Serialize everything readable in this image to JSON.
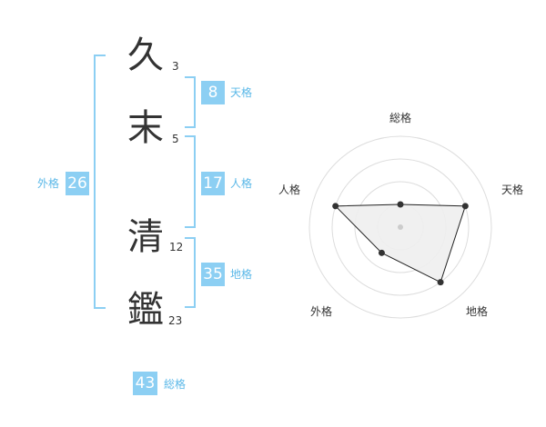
{
  "colors": {
    "accent": "#8ccff3",
    "label": "#5bb8e8",
    "bracket": "#8ccff3",
    "text": "#333333"
  },
  "name_chars": [
    {
      "char": "久",
      "strokes": "3"
    },
    {
      "char": "末",
      "strokes": "5"
    },
    {
      "char": "清",
      "strokes": "12"
    },
    {
      "char": "鑑",
      "strokes": "23"
    }
  ],
  "kakusu": {
    "tenkaku": {
      "value": "8",
      "label": "天格"
    },
    "jinkaku": {
      "value": "17",
      "label": "人格"
    },
    "chikaku": {
      "value": "35",
      "label": "地格"
    },
    "gaikaku": {
      "value": "26",
      "label": "外格"
    },
    "soukaku": {
      "value": "43",
      "label": "総格"
    }
  },
  "radar": {
    "axes": [
      "総格",
      "天格",
      "地格",
      "外格",
      "人格"
    ],
    "values": [
      0.25,
      0.75,
      0.75,
      0.35,
      0.75
    ],
    "rings": 4
  }
}
